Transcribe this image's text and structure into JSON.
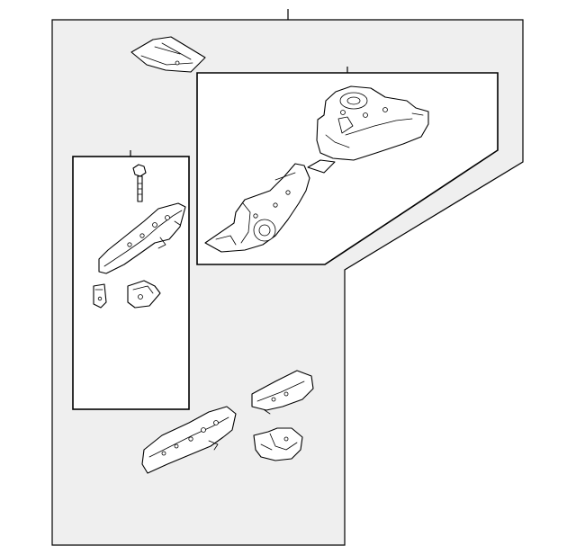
{
  "diagram": {
    "background": "#efefef",
    "stroke_color": "#000000",
    "box_fill": "#ffffff",
    "parts": [
      "floor-pan-piece",
      "shock-tower-assembly",
      "bolt",
      "frame-rail",
      "bracket-left",
      "bracket-right",
      "lower-frame-rail",
      "upper-rail-bracket",
      "lower-rail-bracket"
    ]
  }
}
